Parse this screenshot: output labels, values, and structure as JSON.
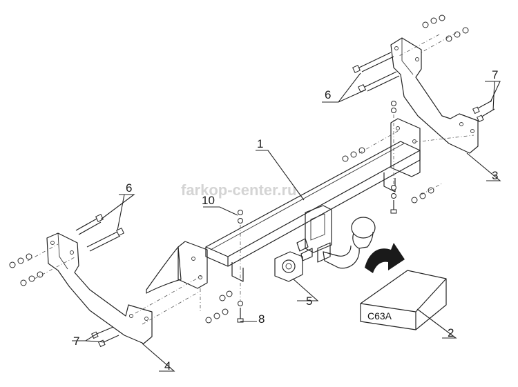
{
  "watermark": "farkop-center.ru",
  "kit_box_label": "C63A",
  "callouts": {
    "c1": "1",
    "c2": "2",
    "c3": "3",
    "c4": "4",
    "c5": "5",
    "c6a": "6",
    "c6b": "6",
    "c7a": "7",
    "c7b": "7",
    "c8": "8",
    "c10": "10"
  }
}
